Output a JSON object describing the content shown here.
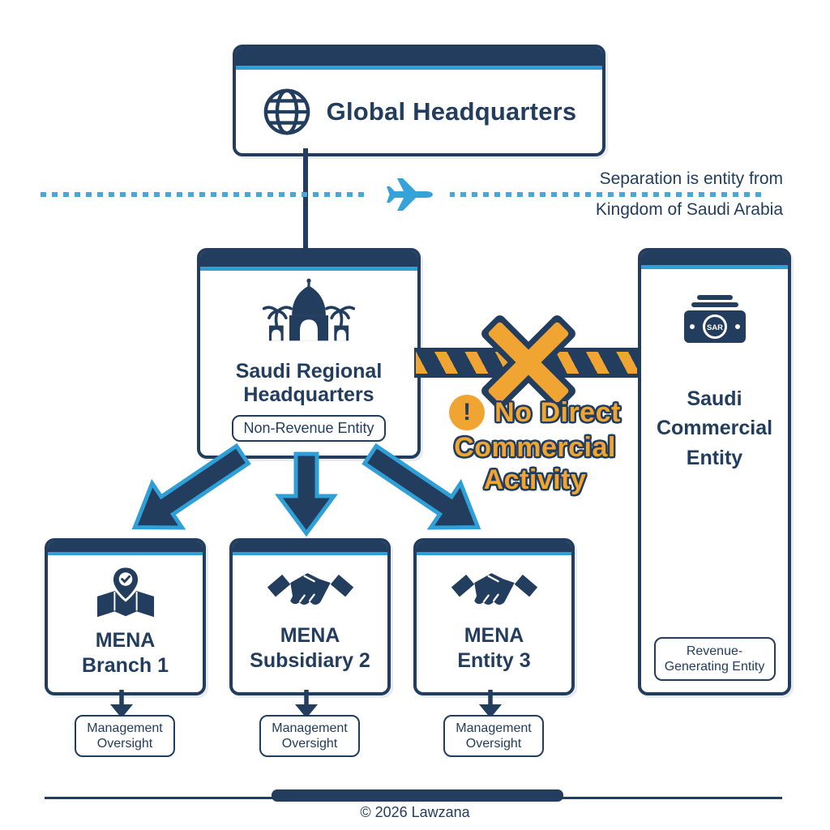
{
  "colors": {
    "navy": "#223d5e",
    "blue": "#2f9fd8",
    "orange": "#f0a432",
    "background": "#ffffff"
  },
  "icons": {
    "global_hq": "globe-icon",
    "separation": "airplane-icon",
    "regional_hq": "mosque-icon",
    "commercial_entity": "sar-banknote-icon",
    "restriction": "exclamation-icon",
    "barrier": "cross-x-icon",
    "mena_branch": "map-pin-check-icon",
    "mena_subsidiary": "handshake-icon",
    "mena_entity": "handshake-icon"
  },
  "global_hq": {
    "title": "Global Headquarters"
  },
  "separation": {
    "line1": "Separation is entity from",
    "line2": "Kingdom of Saudi Arabia"
  },
  "regional_hq": {
    "title": "Saudi Regional Headquarters",
    "badge": "Non-Revenue Entity"
  },
  "restriction": {
    "exclamation": "!",
    "line1": "No Direct",
    "line2": "Commercial",
    "line3": "Activity"
  },
  "commercial_entity": {
    "title": "Saudi Commercial Entity",
    "badge": "Revenue-Generating Entity",
    "currency": "SAR"
  },
  "mena_entities": [
    {
      "name_line1": "MENA",
      "name_line2": "Branch 1",
      "oversight": "Management Oversight"
    },
    {
      "name_line1": "MENA",
      "name_line2": "Subsidiary 2",
      "oversight": "Management Oversight"
    },
    {
      "name_line1": "MENA",
      "name_line2": "Entity 3",
      "oversight": "Management Oversight"
    }
  ],
  "footer": {
    "copyright": "© 2026 Lawzana"
  }
}
